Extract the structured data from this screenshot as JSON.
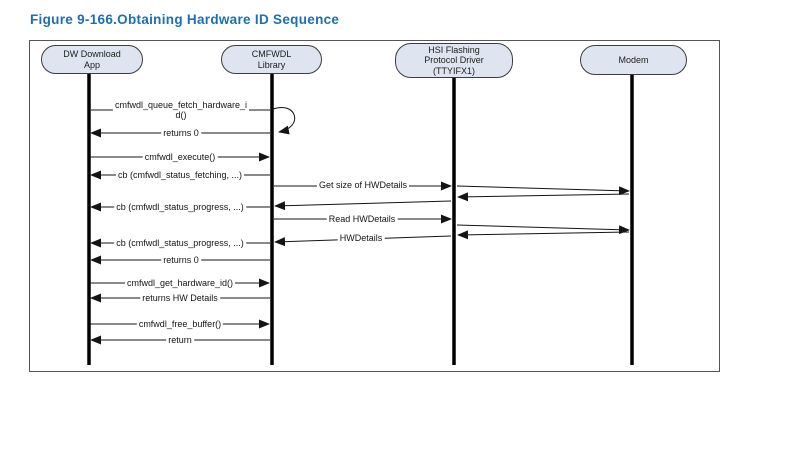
{
  "figure": {
    "title": "Figure 9-166.Obtaining Hardware ID Sequence"
  },
  "colors": {
    "title_blue": "#1b6fb5",
    "participant_fill": "#dee5f1",
    "participant_border": "#3c3c3c",
    "line_black": "#141414",
    "frame_border": "#555555"
  },
  "diagram": {
    "type": "uml-sequence",
    "participants": [
      {
        "name": "DW Download App",
        "display_lines": [
          "DW Download",
          "App"
        ]
      },
      {
        "name": "CMFWDL Library",
        "display_lines": [
          "CMFWDL",
          "Library"
        ]
      },
      {
        "name": "HSI Flashing Protocol Driver (TTYIFX1)",
        "display_lines": [
          "HSI Flashing",
          "Protocol Driver",
          "(TTYIFX1)"
        ]
      },
      {
        "name": "Modem",
        "display_lines": [
          "Modem"
        ]
      }
    ],
    "messages": [
      {
        "label": "cmfwdl_queue_fetch_hardware_id()",
        "display_lines": [
          "cmfwdl_queue_fetch_hardware_i",
          "d()"
        ],
        "from": "DW Download App",
        "to": "CMFWDL Library",
        "kind": "call"
      },
      {
        "label": "",
        "from": "CMFWDL Library",
        "to": "CMFWDL Library",
        "kind": "self-loop"
      },
      {
        "label": "returns 0",
        "from": "CMFWDL Library",
        "to": "DW Download App",
        "kind": "return"
      },
      {
        "label": "cmfwdl_execute()",
        "from": "DW Download App",
        "to": "CMFWDL Library",
        "kind": "call"
      },
      {
        "label": "cb (cmfwdl_status_fetching, ...)",
        "from": "CMFWDL Library",
        "to": "DW Download App",
        "kind": "callback"
      },
      {
        "label": "Get size of HWDetails",
        "from": "CMFWDL Library",
        "to": "HSI Flashing Protocol Driver (TTYIFX1)",
        "kind": "call"
      },
      {
        "label": "",
        "from": "HSI Flashing Protocol Driver (TTYIFX1)",
        "to": "Modem",
        "kind": "call"
      },
      {
        "label": "",
        "from": "Modem",
        "to": "HSI Flashing Protocol Driver (TTYIFX1)",
        "kind": "return"
      },
      {
        "label": "",
        "from": "HSI Flashing Protocol Driver (TTYIFX1)",
        "to": "CMFWDL Library",
        "kind": "return"
      },
      {
        "label": "cb (cmfwdl_status_progress, ...)",
        "from": "CMFWDL Library",
        "to": "DW Download App",
        "kind": "callback"
      },
      {
        "label": "Read HWDetails",
        "from": "CMFWDL Library",
        "to": "HSI Flashing Protocol Driver (TTYIFX1)",
        "kind": "call"
      },
      {
        "label": "",
        "from": "HSI Flashing Protocol Driver (TTYIFX1)",
        "to": "Modem",
        "kind": "call"
      },
      {
        "label": "",
        "from": "Modem",
        "to": "HSI Flashing Protocol Driver (TTYIFX1)",
        "kind": "return"
      },
      {
        "label": "HWDetails",
        "from": "HSI Flashing Protocol Driver (TTYIFX1)",
        "to": "CMFWDL Library",
        "kind": "return"
      },
      {
        "label": "cb (cmfwdl_status_progress, ...)",
        "from": "CMFWDL Library",
        "to": "DW Download App",
        "kind": "callback"
      },
      {
        "label": "returns 0",
        "from": "CMFWDL Library",
        "to": "DW Download App",
        "kind": "return"
      },
      {
        "label": "cmfwdl_get_hardware_id()",
        "from": "DW Download App",
        "to": "CMFWDL Library",
        "kind": "call"
      },
      {
        "label": "returns HW Details",
        "from": "CMFWDL Library",
        "to": "DW Download App",
        "kind": "return"
      },
      {
        "label": "cmfwdl_free_buffer()",
        "from": "DW Download App",
        "to": "CMFWDL Library",
        "kind": "call"
      },
      {
        "label": "return",
        "from": "CMFWDL Library",
        "to": "DW Download App",
        "kind": "return"
      }
    ]
  }
}
